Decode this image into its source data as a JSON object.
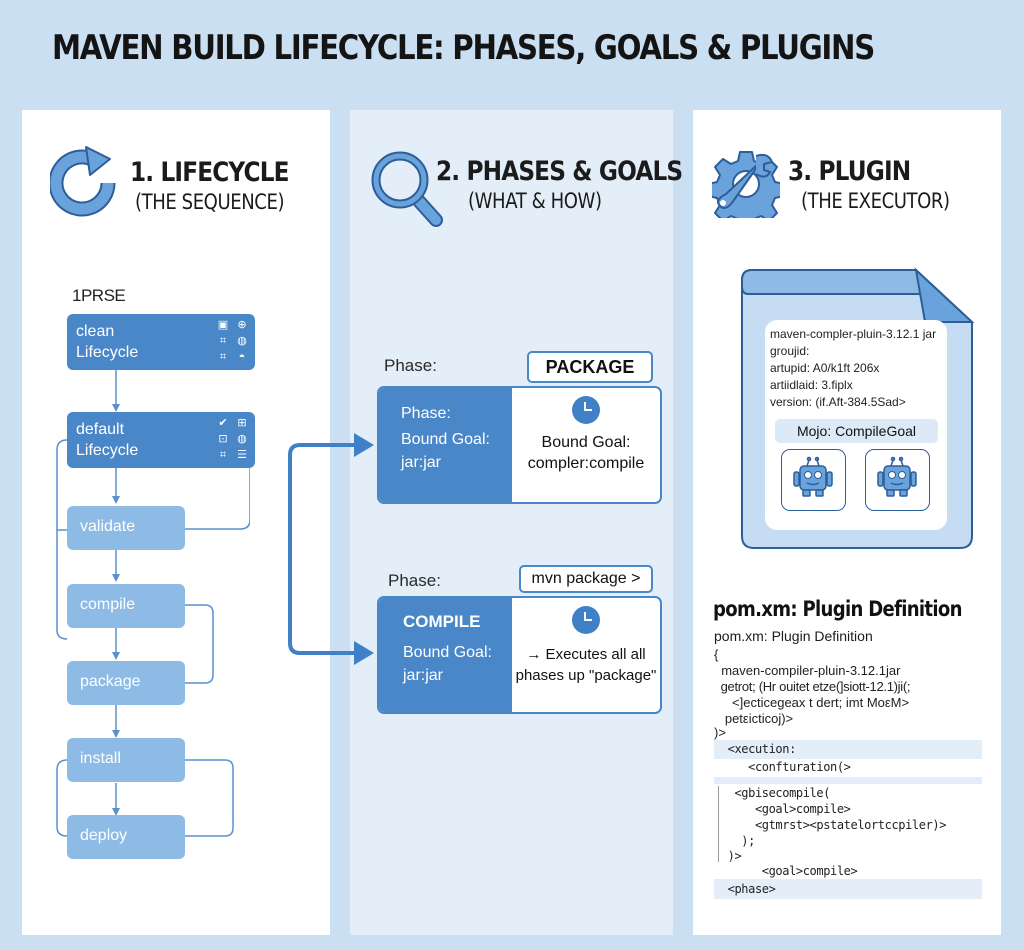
{
  "title": "MAVEN BUILD LIFECYCLE: PHASES, GOALS & PLUGINS",
  "colors": {
    "background": "#cbdff2",
    "accent": "#4a87c8",
    "phase_box": "#8dbbe6",
    "panel_mid": "#e3eef9"
  },
  "lifecycle": {
    "heading": "1. LIFECYCLE",
    "subheading": "(THE SEQUENCE)",
    "icon": "refresh-icon",
    "section_label": "1PRSE",
    "clean": {
      "line1": "clean",
      "line2": "Lifecycle",
      "icons": [
        "▣",
        "⊕",
        "⌗",
        "◍",
        "⌗",
        "◓"
      ]
    },
    "default": {
      "line1": "default",
      "line2": "Lifecycle",
      "icons": [
        "✔",
        "⊞",
        "⊡",
        "◍",
        "⌗",
        "☰"
      ]
    },
    "phases": [
      "validate",
      "compile",
      "package",
      "install",
      "deploy"
    ]
  },
  "phases_goals": {
    "heading": "2. PHASES & GOALS",
    "subheading": "(WHAT & HOW)",
    "icon": "magnifier-icon",
    "block1": {
      "label": "Phase:",
      "chip": "PACKAGE",
      "left": [
        "Phase:",
        "Bound Goal:",
        "jar:jar"
      ],
      "right": [
        "Bound Goal:",
        "compler:compile"
      ]
    },
    "block2": {
      "label": "Phase:",
      "chip": "mvn package >",
      "left": [
        "COMPILE",
        "Bound Goal:",
        "jar:jar"
      ],
      "right": [
        "→  Executes all all",
        "phases up \"package\""
      ]
    }
  },
  "plugin": {
    "heading": "3. PLUGIN",
    "subheading": "(THE EXECUTOR)",
    "icon": "gear-wrench-icon",
    "jar_lines": [
      "maven-compler-pluin-3.12.1 jar",
      "groujid:",
      "artupid: A0/k1ft 206x",
      "artiidlaid: 3.fiplx",
      "version: (if.Aft-384.5Sad>"
    ],
    "mojo": "Mojo: CompileGoal",
    "robots": [
      "robot-icon",
      "robot-icon"
    ],
    "pom_heading": "pom.xm: Plugin Definition",
    "pom_sub": "pom.xm: Plugin Definition",
    "code_lines_top": [
      "{",
      "  maven-compiler-pluin-3.12.1jar",
      "  getrot; (Hr ouitet etze(]siott-12.1)ji(;",
      "     <]ecticegeax t dert; imt MoεM>",
      "   petεicticoj)>",
      ")>"
    ],
    "code_lines_bottom": [
      "  <xecution:",
      "     <confturation(>",
      "",
      "   <gbisecompile(",
      "      <goal>compile>",
      "      <gtmrst><pstatelortccpiler)>",
      "    );",
      "  )>",
      "       <goal>compile>",
      "  <phase>"
    ]
  }
}
